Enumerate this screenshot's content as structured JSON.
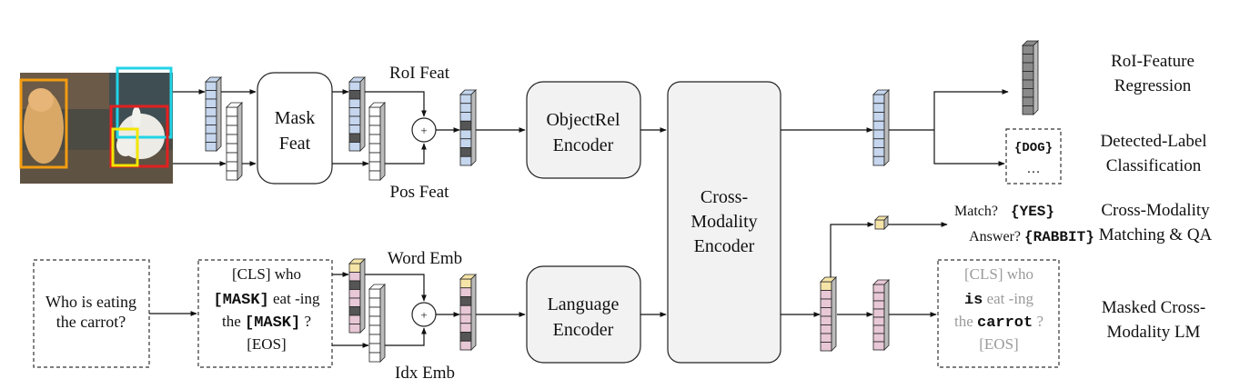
{
  "features": {
    "roi_feat": "RoI Feat",
    "pos_feat": "Pos Feat",
    "word_emb": "Word Emb",
    "idx_emb": "Idx Emb",
    "mask_feat": [
      "Mask",
      "Feat"
    ],
    "plus": "+"
  },
  "encoders": {
    "object": [
      "ObjectRel",
      "Encoder"
    ],
    "language": [
      "Language",
      "Encoder"
    ],
    "cross": [
      "Cross-",
      "Modality",
      "Encoder"
    ]
  },
  "input": {
    "sentence": [
      "Who is eating",
      "the carrot?"
    ]
  },
  "tokens": {
    "line1": "[CLS] who",
    "mask": "[MASK]",
    "eat_ing": "eat -ing",
    "the": "the",
    "question_mark": "?",
    "eos": "[EOS]"
  },
  "outputs": {
    "detected": [
      "{DOG}",
      "…"
    ],
    "match_label": "Match?",
    "match_value": "{YES}",
    "answer_label": "Answer?",
    "answer_value": "{RABBIT}",
    "masked_lm": {
      "line1": "[CLS] who",
      "is": "is",
      "eat_ing": "eat -ing",
      "the": "the",
      "carrot": "carrot",
      "question_mark": "?",
      "eos": "[EOS]"
    }
  },
  "tasks": {
    "roi_regression": [
      "RoI-Feature",
      "Regression"
    ],
    "label_classification": [
      "Detected-Label",
      "Classification"
    ],
    "matching_qa": [
      "Cross-Modality",
      "Matching & QA"
    ],
    "masked_lm": [
      "Masked Cross-",
      "Modality LM"
    ]
  },
  "colors": {
    "blue_cell": "#c5d6ee",
    "pink_cell": "#e8c8d6",
    "yellow_cell": "#f5e4a8",
    "dark_cell": "#555555",
    "box_fill": "#f2f2f2",
    "bbox_orange": "#f39c12",
    "bbox_cyan": "#22d3e6",
    "bbox_red": "#e32020",
    "bbox_yellow": "#f2e600"
  }
}
